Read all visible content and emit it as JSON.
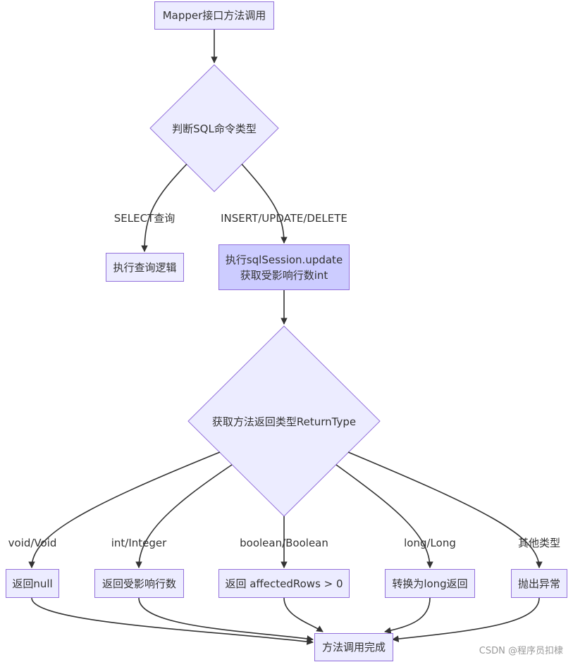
{
  "nodes": {
    "start": "Mapper接口方法调用",
    "decision_sql": "判断SQL命令类型",
    "select_logic": "执行查询逻辑",
    "update_line1": "执行sqlSession.update",
    "update_line2": "获取受影响行数int",
    "decision_return": "获取方法返回类型ReturnType",
    "ret_null": "返回null",
    "ret_rows": "返回受影响行数",
    "ret_bool": "返回 affectedRows > 0",
    "ret_long": "转换为long返回",
    "ret_throw": "抛出异常",
    "end": "方法调用完成"
  },
  "edge_labels": {
    "select": "SELECT查询",
    "modify": "INSERT/UPDATE/DELETE",
    "void": "void/Void",
    "int": "int/Integer",
    "boolean": "boolean/Boolean",
    "long": "long/Long",
    "other": "其他类型"
  },
  "watermark": "CSDN @程序员扣棣",
  "colors": {
    "node_fill": "#ECECFF",
    "node_highlight_fill": "#CCCCFF",
    "node_stroke": "#9370DB",
    "edge": "#333333",
    "text": "#333333"
  }
}
